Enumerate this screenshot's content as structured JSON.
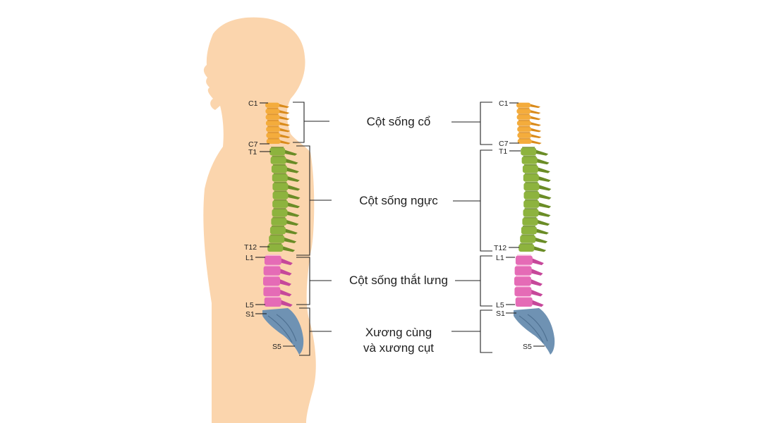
{
  "colors": {
    "body": "#fbd5ad",
    "cervical": "#f4ac3c",
    "cervical_dark": "#d98a1a",
    "thoracic": "#8db33e",
    "thoracic_dark": "#6a8c26",
    "lumbar": "#e56bb6",
    "lumbar_dark": "#c6489a",
    "disc": "#f7b7d9",
    "sacrum": "#6f92b3",
    "sacrum_dark": "#4f7192"
  },
  "vertebra_labels": {
    "c1": "C1",
    "c7": "C7",
    "t1": "T1",
    "t12": "T12",
    "l1": "L1",
    "l5": "L5",
    "s1": "S1",
    "s5": "S5"
  },
  "regions": {
    "cervical": "Cột sống cổ",
    "thoracic": "Cột sống ngực",
    "lumbar": "Cột sống thắt lưng",
    "sacrum_line1": "Xương cùng",
    "sacrum_line2": "và  xương cụt"
  },
  "counts": {
    "cervical": 7,
    "thoracic": 12,
    "lumbar": 5
  }
}
